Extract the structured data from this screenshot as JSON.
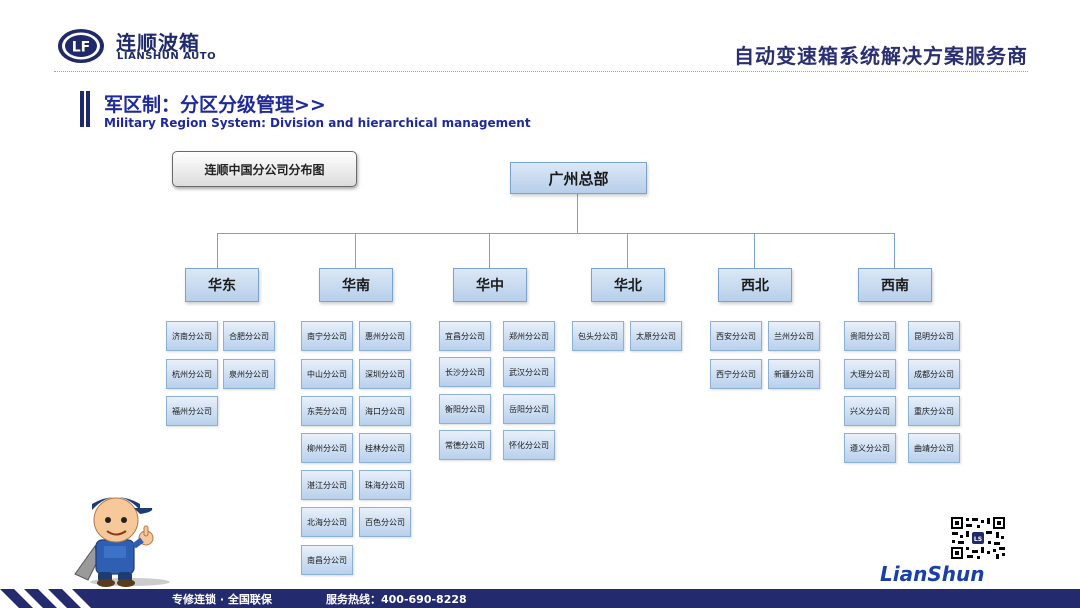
{
  "header": {
    "logo_letters": "LF",
    "brand_cn": "连顺波箱",
    "brand_en": "LIANSHUN AUTO",
    "tagline": "自动变速箱系统解决方案服务商"
  },
  "section": {
    "title": "军区制：分区分级管理>>",
    "subtitle": "Military Region System: Division and hierarchical management"
  },
  "map_button_label": "连顺中国分公司分布图",
  "org": {
    "hq": "广州总部",
    "regions": [
      {
        "name": "华东",
        "branches": [
          "济南分公司",
          "合肥分公司",
          "杭州分公司",
          "泉州分公司",
          "福州分公司"
        ]
      },
      {
        "name": "华南",
        "branches": [
          "南宁分公司",
          "惠州分公司",
          "中山分公司",
          "深圳分公司",
          "东莞分公司",
          "海口分公司",
          "柳州分公司",
          "桂林分公司",
          "湛江分公司",
          "珠海分公司",
          "北海分公司",
          "百色分公司",
          "南昌分公司"
        ]
      },
      {
        "name": "华中",
        "branches": [
          "宜昌分公司",
          "郑州分公司",
          "长沙分公司",
          "武汉分公司",
          "衡阳分公司",
          "岳阳分公司",
          "常德分公司",
          "怀化分公司"
        ]
      },
      {
        "name": "华北",
        "branches": [
          "包头分公司",
          "太原分公司"
        ]
      },
      {
        "name": "西北",
        "branches": [
          "西安分公司",
          "兰州分公司",
          "西宁分公司",
          "新疆分公司"
        ]
      },
      {
        "name": "西南",
        "branches": [
          "贵阳分公司",
          "昆明分公司",
          "大理分公司",
          "成都分公司",
          "兴义分公司",
          "重庆分公司",
          "遵义分公司",
          "曲靖分公司"
        ]
      }
    ]
  },
  "qr_center": "LS",
  "brand_script": "LianShun",
  "footer": {
    "slogan": "专修连锁 · 全国联保",
    "hotline": "服务热线：400-690-8228"
  },
  "colors": {
    "brand_navy": "#1f2a6b",
    "title_blue": "#1f2a9a",
    "node_fill": "#b6cfea",
    "connector": "#7aa3cf",
    "footer_bar": "#232a6e"
  }
}
